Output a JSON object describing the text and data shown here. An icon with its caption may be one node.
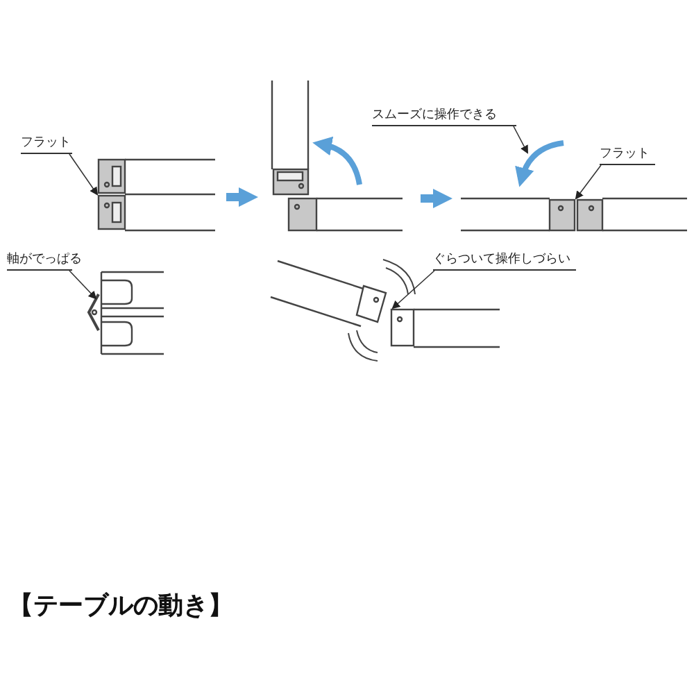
{
  "diagram": {
    "title": "【テーブルの動き】",
    "nodes": [
      {
        "text": [
          "フラット"
        ]
      },
      {
        "text": [
          "スムーズに操作できる"
        ]
      },
      {
        "text": [
          "フラット"
        ]
      },
      {
        "text": [
          "軸がでっぱる"
        ]
      },
      {
        "text": [
          "ぐらついて操作しづらい"
        ]
      },
      {
        "text": [],
        "shape": "hinge"
      },
      {
        "text": [],
        "shape": "hinge"
      },
      {
        "text": [],
        "shape": "hinge"
      },
      {
        "text": [],
        "shape": "hinge"
      }
    ],
    "edges": [
      {
        "from": 0,
        "to": 5,
        "arrow": "to"
      },
      {
        "from": 1,
        "to": null,
        "arrow": "to"
      },
      {
        "from": 2,
        "to": 6,
        "arrow": "to"
      },
      {
        "from": 3,
        "to": 7,
        "arrow": "to"
      },
      {
        "from": 4,
        "to": 8,
        "arrow": "to"
      }
    ]
  }
}
